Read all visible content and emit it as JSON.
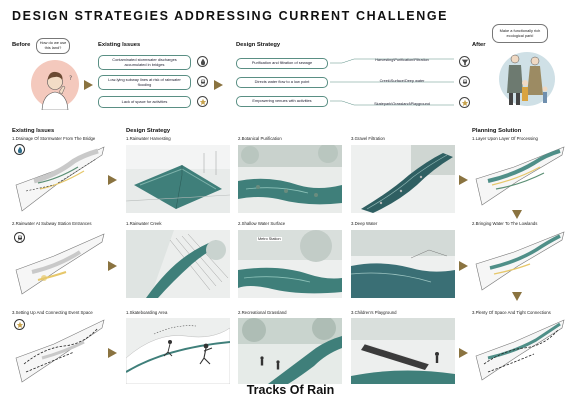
{
  "title": "DESIGN  STRATEGIES  ADDRESSING  CURRENT  CHALLENGE",
  "top": {
    "before_label": "Before",
    "before_bubble": "How do we use this land?",
    "existing_issues_label": "Existing  Issues",
    "issues": [
      "Contaminated stormwater discharges accumulated in bridges",
      "Low-lying subway lines at risk of rainwater flooding",
      "Lack of space for activities"
    ],
    "design_strategy_label": "Design  Strategy",
    "strategies": [
      "Purification and filtration of sewage",
      "Directs water flow to a low point",
      "Empowering venues with activities"
    ],
    "results": [
      "Harvesting\\Purification\\Filtration",
      "Creek\\Surface\\Deep water",
      "Skatepark\\Grassland\\Playground"
    ],
    "after_label": "After",
    "after_bubble": "Make a functionally rich ecological park!"
  },
  "grid": {
    "existing_issues_label": "Existing  Issues",
    "design_strategy_label": "Design Strategy",
    "planning_solution_label": "Planning Solution",
    "rows": [
      {
        "issue": "1.Drainage Of Stormwater From The Bridge",
        "strategies": [
          "1.Rainwater Harvesting",
          "2.Botanical Purification",
          "3.Gravel Filtration"
        ],
        "solution": "1.Layer Upon Layer Of Processing"
      },
      {
        "issue": "2.Rainwater At Subway Station Entrances",
        "strategies": [
          "1.Rainwater Creek",
          "2.Shallow Water Surface",
          "3.Deep Water"
        ],
        "solution": "2.Bringing Water To The Lowlands"
      },
      {
        "issue": "3.Setting Up And Connecting Event Space",
        "strategies": [
          "1.Skateboarding Area",
          "2.Recreational Grassland",
          "3.Children's Playground"
        ],
        "solution": "3.Plenty Of Space And Tight Connections"
      }
    ],
    "metro_station_tag": "Metro Station"
  },
  "footer": "Tracks Of Rain",
  "colors": {
    "water": "#3f7f7a",
    "accent_arrow": "#8a7340",
    "border": "#5a8f84"
  },
  "icons": [
    "rain-drop-icon",
    "subway-icon",
    "star-activity-icon"
  ]
}
